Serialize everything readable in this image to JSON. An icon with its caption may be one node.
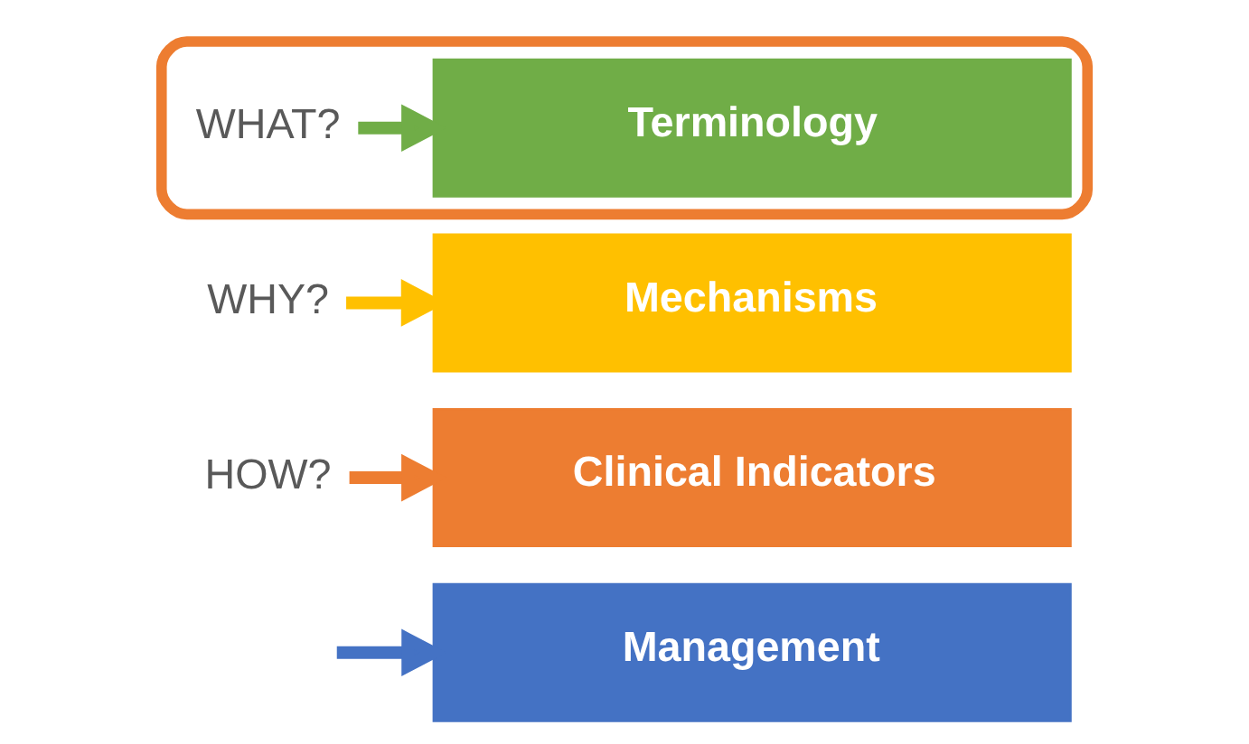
{
  "diagram": {
    "nodes": [
      {
        "text": [],
        "shape": "box"
      },
      {
        "text": [
          "WHAT?"
        ],
        "in": 0
      },
      {
        "text": [
          "Terminology"
        ],
        "in": 0
      },
      {
        "text": [
          "WHY?"
        ]
      },
      {
        "text": [
          "Mechanisms"
        ]
      },
      {
        "text": [
          "HOW?"
        ]
      },
      {
        "text": [
          "Clinical Indicators"
        ]
      },
      {
        "text": [
          "Management"
        ]
      }
    ],
    "edges": [
      {
        "from": 1,
        "to": 2,
        "arrow": "to",
        "color": "#70ad47"
      },
      {
        "from": 3,
        "to": 4,
        "arrow": "to",
        "color": "#ffc000"
      },
      {
        "from": 5,
        "to": 6,
        "arrow": "to",
        "color": "#ed7d31"
      },
      {
        "from": null,
        "to": 7,
        "arrow": "to",
        "color": "#4472c4"
      }
    ]
  }
}
